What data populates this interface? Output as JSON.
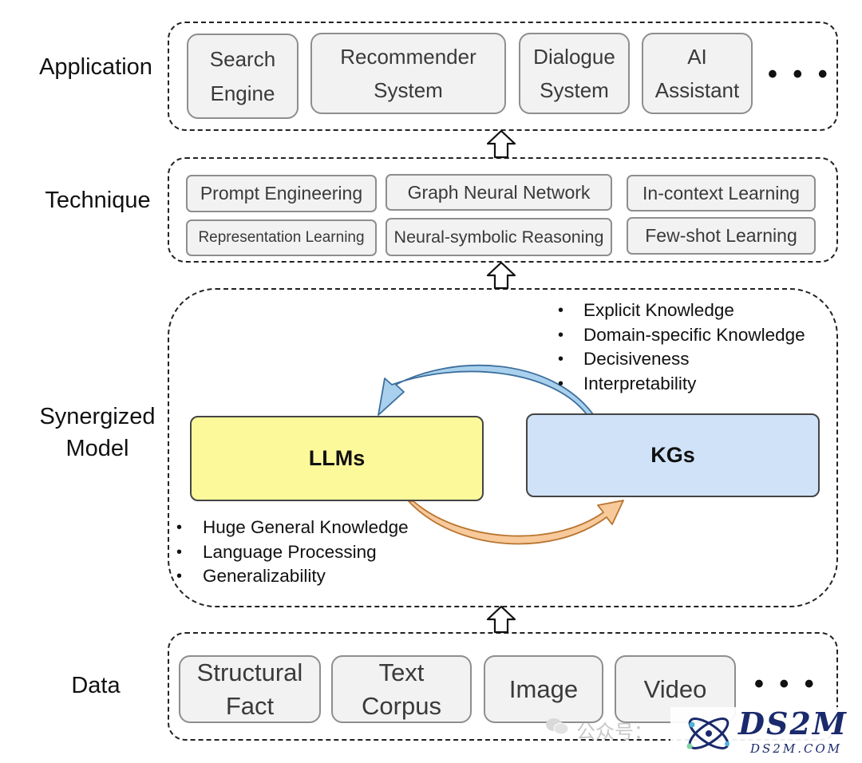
{
  "layers": {
    "application": "Application",
    "technique": "Technique",
    "synergized_model": "Synergized\nModel",
    "data": "Data"
  },
  "application": {
    "items": [
      "Search\nEngine",
      "Recommender\nSystem",
      "Dialogue\nSystem",
      "AI\nAssistant"
    ],
    "ellipsis": "• • •"
  },
  "technique": {
    "items": [
      "Prompt Engineering",
      "Graph Neural Network",
      "In-context Learning",
      "Representation Learning",
      "Neural-symbolic Reasoning",
      "Few-shot Learning"
    ]
  },
  "model": {
    "llms": "LLMs",
    "kgs": "KGs",
    "kg_properties": [
      "Explicit Knowledge",
      "Domain-specific Knowledge",
      "Decisiveness",
      "Interpretability"
    ],
    "llm_properties": [
      "Huge General Knowledge",
      "Language Processing",
      "Generalizability"
    ]
  },
  "data": {
    "items": [
      "Structural\nFact",
      "Text\nCorpus",
      "Image",
      "Video"
    ],
    "ellipsis": "• • •"
  },
  "watermark": {
    "channel": "公众号：",
    "brand": "DS2M",
    "site": "DS2M.COM"
  },
  "colors": {
    "llm_fill": "#fbf99a",
    "kg_fill": "#cfe2f8",
    "blue_arrow": "#a9d1ee",
    "orange_arrow": "#f7c99b"
  }
}
